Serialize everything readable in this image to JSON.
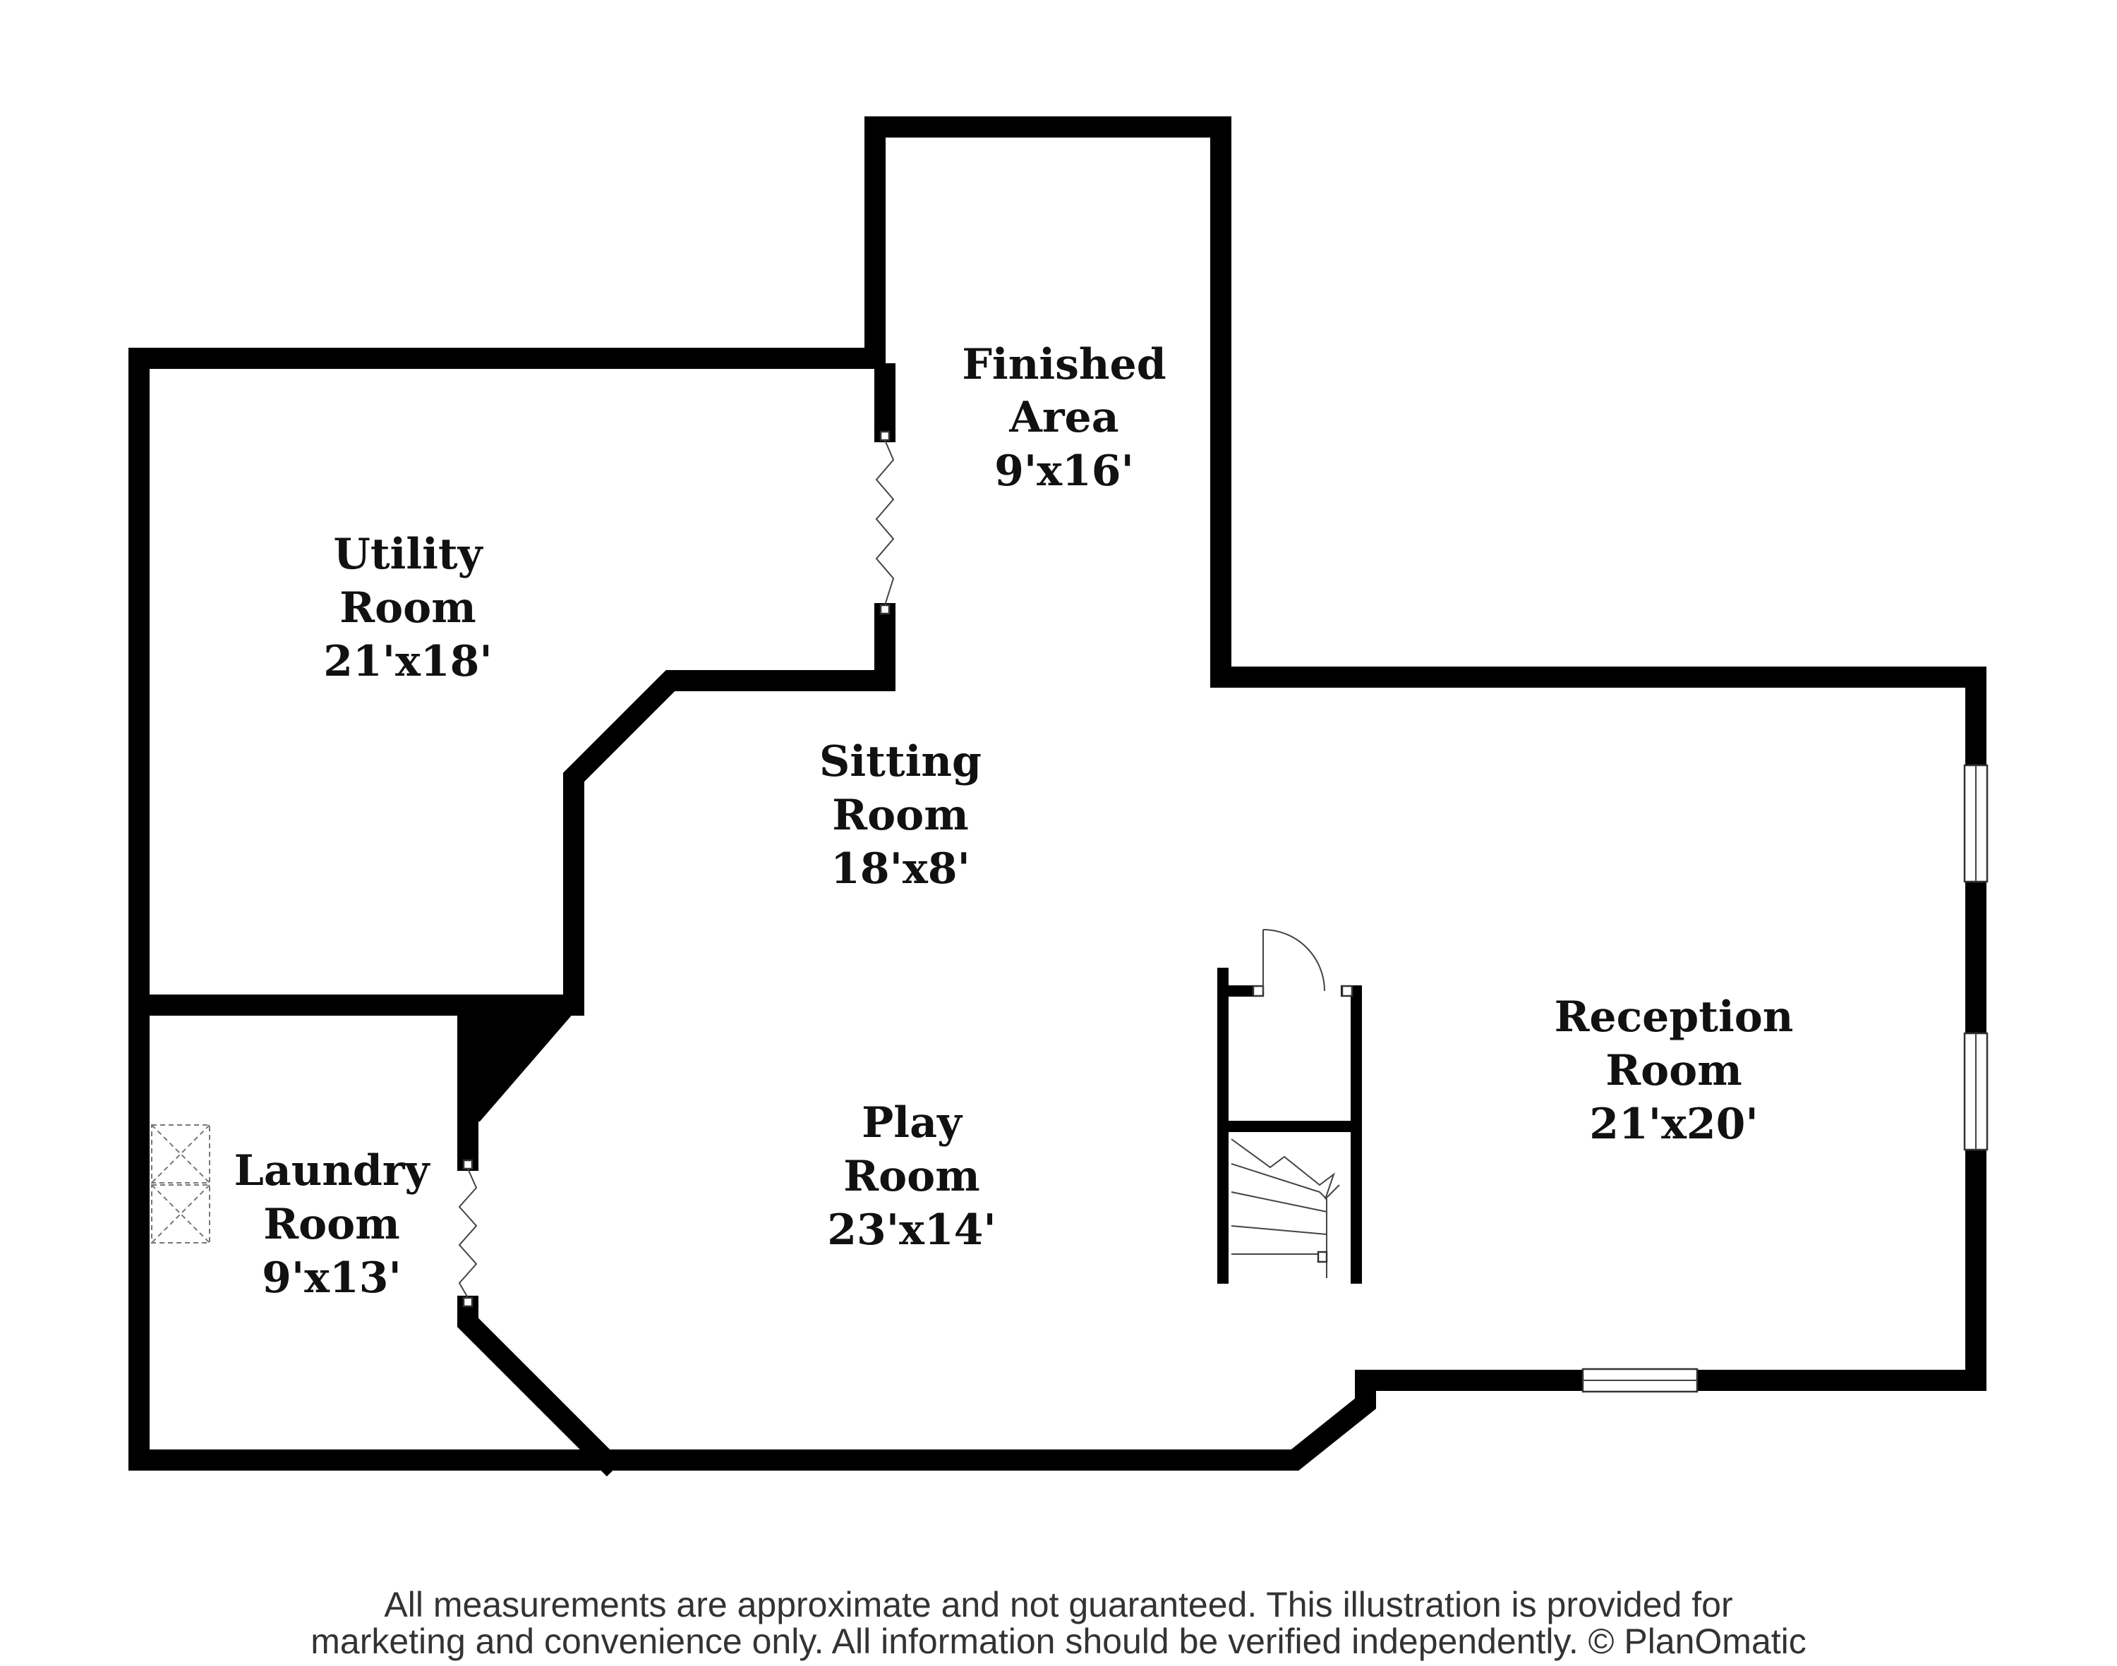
{
  "rooms": {
    "finished_area": {
      "name_line1": "Finished",
      "name_line2": "Area",
      "dimensions": "9'x16'"
    },
    "utility_room": {
      "name_line1": "Utility",
      "name_line2": "Room",
      "dimensions": "21'x18'"
    },
    "sitting_room": {
      "name_line1": "Sitting",
      "name_line2": "Room",
      "dimensions": "18'x8'"
    },
    "reception_room": {
      "name_line1": "Reception",
      "name_line2": "Room",
      "dimensions": "21'x20'"
    },
    "play_room": {
      "name_line1": "Play",
      "name_line2": "Room",
      "dimensions": "23'x14'"
    },
    "laundry_room": {
      "name_line1": "Laundry",
      "name_line2": "Room",
      "dimensions": "9'x13'"
    }
  },
  "disclaimer": {
    "line1": "All measurements are approximate and not guaranteed. This illustration is provided for",
    "line2": "marketing and convenience only. All information should be verified independently. © PlanOmatic"
  },
  "colors": {
    "wall": "#000000",
    "background": "#ffffff",
    "text": "#111111"
  }
}
